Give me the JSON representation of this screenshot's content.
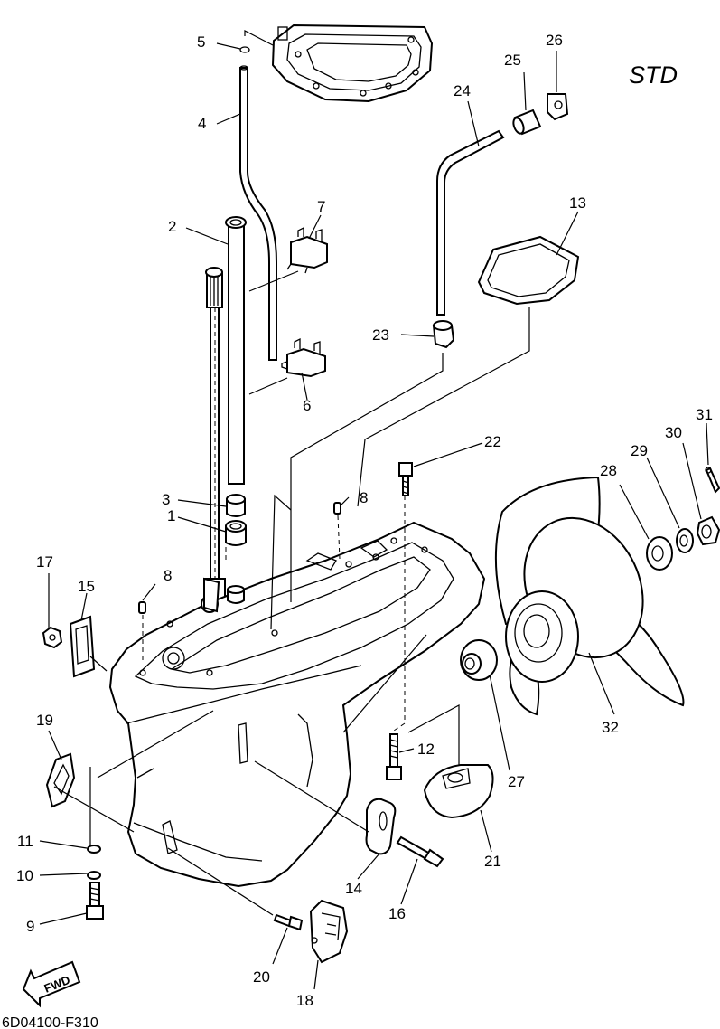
{
  "variant_label": "STD",
  "figure_code": "6D04100-F310",
  "fwd_label": "FWD",
  "callouts": [
    "1",
    "2",
    "3",
    "4",
    "5",
    "6",
    "7",
    "8",
    "8",
    "9",
    "10",
    "11",
    "12",
    "13",
    "14",
    "15",
    "16",
    "17",
    "18",
    "19",
    "20",
    "21",
    "22",
    "23",
    "24",
    "25",
    "26",
    "27",
    "28",
    "29",
    "30",
    "31",
    "32"
  ]
}
